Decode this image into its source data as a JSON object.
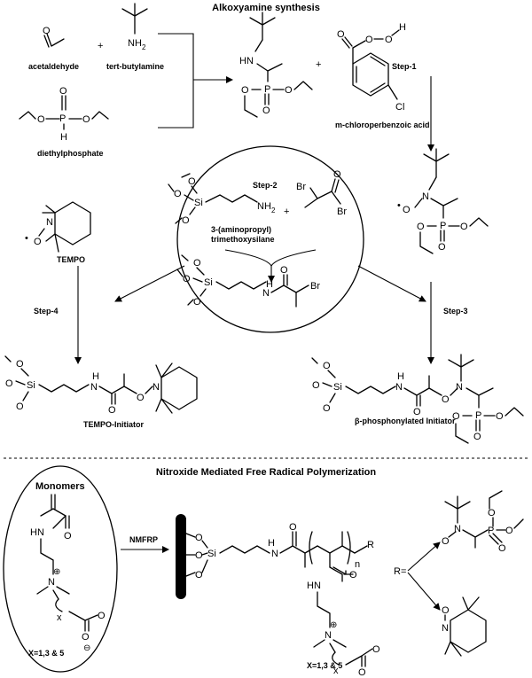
{
  "titles": {
    "synthesis": "Alkoxyamine synthesis",
    "polymerization": "Nitroxide Mediated Free Radical Polymerization"
  },
  "steps": {
    "step1": "Step-1",
    "step2": "Step-2",
    "step3": "Step-3",
    "step4": "Step-4",
    "nmfrp": "NMFRP"
  },
  "compounds": {
    "acetaldehyde": "acetaldehyde",
    "tert_butylamine": "tert-butylamine",
    "diethylphosphate": "diethylphosphate",
    "mcpba": "m-chloroperbenzoic acid",
    "aptms_line1": "3-(aminopropyl)",
    "aptms_line2": "trimethoxysilane",
    "tempo": "TEMPO",
    "tempo_initiator": "TEMPO-Initiator",
    "beta_initiator": "β-phosphonylated Initiator",
    "monomers": "Monomers",
    "x_values": "X=1,3 & 5",
    "x_values_polymer": "X=1,3 & 5"
  },
  "atoms": {
    "O": "O",
    "N": "N",
    "P": "P",
    "H": "H",
    "Si": "Si",
    "Br": "Br",
    "Cl": "Cl",
    "HN": "HN",
    "NH": "NH",
    "NH2": "NH",
    "sub2": "2",
    "OH": "OH",
    "R": "R",
    "R_eq": "R=",
    "n": "n",
    "x": "x",
    "plus_sign": "+",
    "charge_plus": "⊕",
    "charge_minus": "⊖",
    "radical_dot": "•"
  }
}
